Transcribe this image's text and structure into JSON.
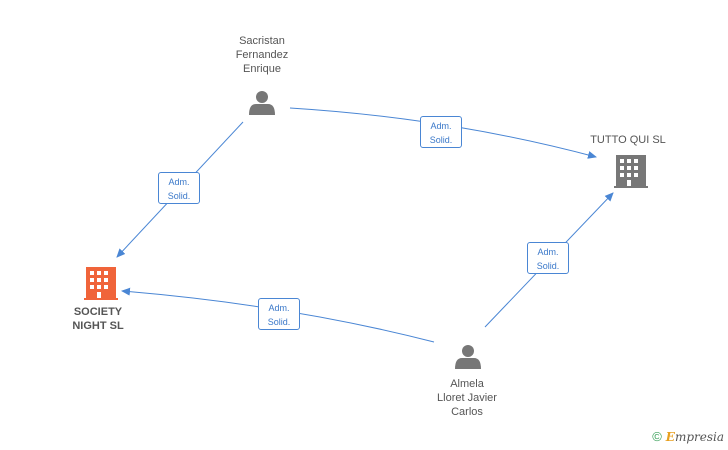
{
  "nodes": {
    "sacristan": {
      "label": "Sacristan\nFernandez\nEnrique",
      "type": "person"
    },
    "almela": {
      "label": "Almela\nLloret Javier\nCarlos",
      "type": "person"
    },
    "tutto": {
      "label": "TUTTO QUI SL",
      "type": "company"
    },
    "society": {
      "label": "SOCIETY\nNIGHT SL",
      "type": "company",
      "focus": true
    }
  },
  "edges": [
    {
      "from": "sacristan",
      "to": "tutto",
      "label": "Adm.\nSolid."
    },
    {
      "from": "sacristan",
      "to": "society",
      "label": "Adm.\nSolid."
    },
    {
      "from": "almela",
      "to": "tutto",
      "label": "Adm.\nSolid."
    },
    {
      "from": "almela",
      "to": "society",
      "label": "Adm.\nSolid."
    }
  ],
  "colors": {
    "edge": "#4a86d4",
    "person_icon": "#777777",
    "company_icon": "#777777",
    "focus_company_icon": "#f0643a"
  },
  "footer": {
    "copyright": "©",
    "brand_first": "E",
    "brand_rest": "mpresia"
  }
}
